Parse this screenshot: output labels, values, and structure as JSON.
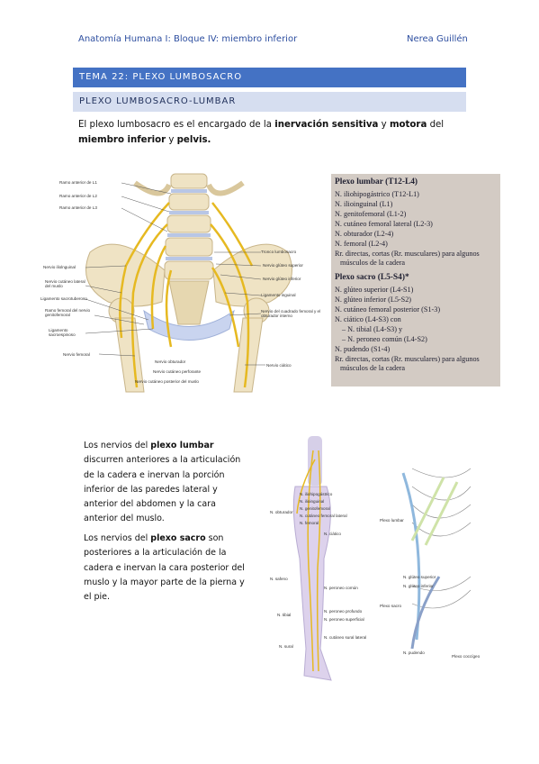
{
  "header": {
    "course": "Anatomía Humana I: Bloque IV: miembro inferior",
    "author": "Nerea Guillén"
  },
  "title_band": "TEMA 22: PLEXO LUMBOSACRO",
  "section_band": "PLEXO LUMBOSACRO-LUMBAR",
  "intro": {
    "p1": "El plexo lumbosacro es el encargado de la ",
    "b1": "inervación sensitiva",
    "p2": " y ",
    "b2": "motora",
    "p3": " del ",
    "b3": "miembro inferior",
    "p4": " y ",
    "b4": "pelvis."
  },
  "figure1": {
    "labels_left": [
      "Ramo anterior de L1",
      "Ramo anterior de L2",
      "Ramo anterior de L3",
      "Nervio iliolnguinal",
      "Nervio cutáneo lateral del muslo",
      "Ligamento sacrotuberoso",
      "Ramo femoral del nervio genitofemoral",
      "Ligamento sacroespinoso",
      "Nervio femoral"
    ],
    "labels_right": [
      "Tronco lumbosacro",
      "Nervio glúteo superior",
      "Nervio glúteo inferior",
      "Ligamento inguinal",
      "Nervio del cuadrado femoral y el obturador interno",
      "Nervio ciático"
    ],
    "labels_bottom": [
      "Nervio obturador",
      "Nervio cutáneo perforante",
      "Nervio cutáneo posterior del muslo"
    ]
  },
  "table": {
    "lumbar_title": "Plexo lumbar (T12-L4)",
    "lumbar_items": [
      "N. iliohipogástrico (T12-L1)",
      "N. ilioinguinal (L1)",
      "N. genitofemoral (L1-2)",
      "N. cutáneo femoral lateral (L2-3)",
      "N. obturador (L2-4)",
      "N. femoral (L2-4)",
      "Rr. directas, cortas (Rr. musculares) para algunos",
      "músculos de la cadera"
    ],
    "sacro_title": "Plexo sacro (L5-S4)*",
    "sacro_items": [
      "N. glúteo superior (L4-S1)",
      "N. glúteo inferior (L5-S2)",
      "N. cutáneo femoral posterior (S1-3)",
      "N. ciático (L4-S3) con",
      "– N. tibial (L4-S3) y",
      "– N. peroneo común (L4-S2)",
      "N. pudendo (S1-4)",
      "Rr. directas, cortas (Rr. musculares) para algunos",
      "músculos de la cadera"
    ]
  },
  "para_lumbar": {
    "a": "Los nervios del ",
    "b": "plexo lumbar",
    "c": " discurren anteriores a la articulación de la cadera e inervan la porción inferior de las paredes lateral y anterior del abdomen y la cara anterior del muslo."
  },
  "para_sacro": {
    "a": "Los nervios del ",
    "b": "plexo sacro",
    "c": " son posteriores a la articulación de la cadera e inervan la cara posterior del muslo y la mayor parte de la pierna y el pie."
  },
  "figure2": {
    "labels": [
      "N. iliohipogástrico",
      "N. ilioinguinal",
      "N. genitofemoral",
      "N. cutáneo femoral lateral",
      "N. femoral",
      "N. obturador",
      "N. safeno",
      "N. ciático",
      "N. tibial",
      "N. peroneo común",
      "N. peroneo profundo",
      "N. peroneo superficial",
      "N. cutáneo sural lateral",
      "N. sural",
      "Plexo lumbar",
      "Plexo sacro",
      "N. glúteo superior",
      "N. glúteo inferior",
      "N. pudendo",
      "Plexo coccígeo"
    ]
  },
  "colors": {
    "band_primary": "#4472c4",
    "band_secondary": "#d6def0",
    "header_text": "#2e4fa0",
    "nerve": "#e9c63a",
    "bone": "#efe3c4",
    "table_bg": "#d3cbc4"
  }
}
